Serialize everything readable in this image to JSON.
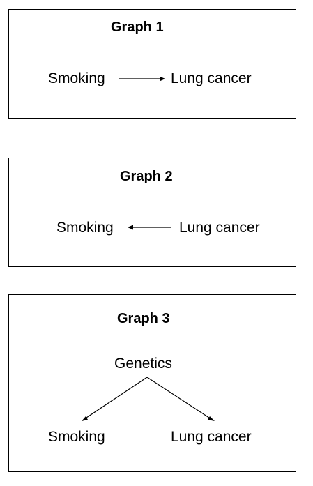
{
  "graphs": [
    {
      "title": "Graph 1",
      "nodes": {
        "smoking": "Smoking",
        "lung_cancer": "Lung cancer"
      },
      "edges": [
        {
          "from": "smoking",
          "to": "lung_cancer"
        }
      ]
    },
    {
      "title": "Graph 2",
      "nodes": {
        "smoking": "Smoking",
        "lung_cancer": "Lung cancer"
      },
      "edges": [
        {
          "from": "lung_cancer",
          "to": "smoking"
        }
      ]
    },
    {
      "title": "Graph 3",
      "nodes": {
        "genetics": "Genetics",
        "smoking": "Smoking",
        "lung_cancer": "Lung cancer"
      },
      "edges": [
        {
          "from": "genetics",
          "to": "smoking"
        },
        {
          "from": "genetics",
          "to": "lung_cancer"
        }
      ]
    }
  ],
  "colors": {
    "line": "#000000",
    "background": "#ffffff",
    "border": "#000000"
  }
}
